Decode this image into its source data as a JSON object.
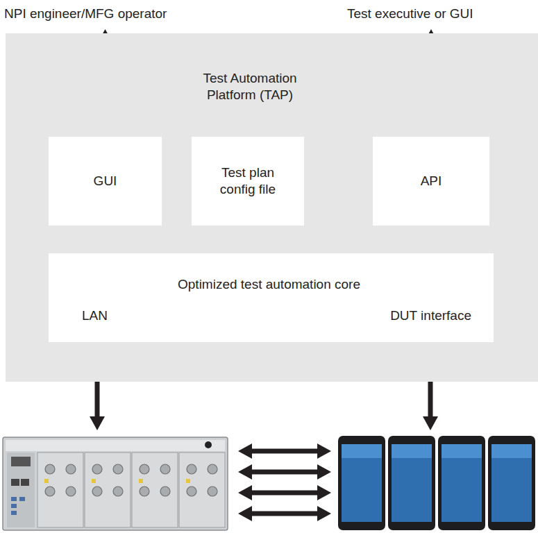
{
  "diagram": {
    "nodes": [
      {
        "text": [
          "NPI engineer/MFG operator"
        ]
      },
      {
        "text": [
          "Test executive or GUI"
        ]
      },
      {
        "text": [
          "Test Automation Platform (TAP)"
        ]
      },
      {
        "text": [
          "GUI"
        ],
        "in": 2
      },
      {
        "text": [
          "Test plan config file"
        ],
        "in": 2
      },
      {
        "text": [
          "API"
        ],
        "in": 2
      },
      {
        "text": [
          "Optimized test automation core",
          "LAN",
          "DUT interface"
        ],
        "in": 2
      }
    ],
    "edges": [
      {
        "from": 0,
        "to": 3,
        "arrow": "both"
      },
      {
        "from": 1,
        "to": 5,
        "arrow": "both"
      },
      {
        "from": 3,
        "to": 4,
        "arrow": "both"
      }
    ]
  }
}
